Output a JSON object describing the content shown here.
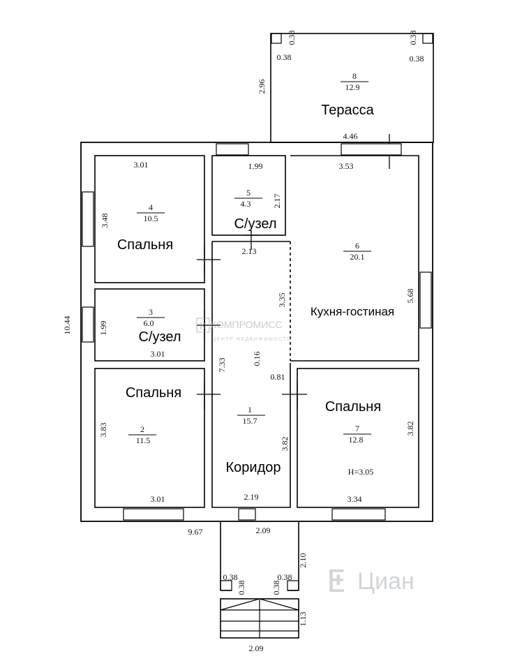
{
  "rooms": [
    {
      "key": "terrace",
      "name": "Терасса",
      "number": "8",
      "area": "12.9"
    },
    {
      "key": "bedroom_a",
      "name": "Спальня",
      "number": "4",
      "area": "10.5"
    },
    {
      "key": "wc_top",
      "name": "С/узел",
      "number": "5",
      "area": "4.3"
    },
    {
      "key": "kitchen",
      "name": "Кухня-гостиная",
      "number": "6",
      "area": "20.1"
    },
    {
      "key": "wc_mid",
      "name": "С/узел",
      "number": "3",
      "area": "6.0"
    },
    {
      "key": "bedroom_b",
      "name": "Спальня",
      "number": "2",
      "area": "11.5"
    },
    {
      "key": "corridor",
      "name": "Коридор",
      "number": "1",
      "area": "15.7"
    },
    {
      "key": "bedroom_c",
      "name": "Спальня",
      "number": "7",
      "area": "12.8"
    }
  ],
  "ceiling_height": "H=3.05",
  "dimensions": {
    "terrace_corner_tl_v": "0.38",
    "terrace_corner_tl_h": "0.38",
    "terrace_corner_tr_v": "0.38",
    "terrace_corner_tr_h": "0.38",
    "terrace_depth": "2.96",
    "terrace_width": "4.46",
    "bedroom_a_width": "3.01",
    "bedroom_a_depth": "3.48",
    "wc_top_width": "1.99",
    "wc_top_depth": "2.17",
    "kitchen_width": "3.53",
    "corridor_top_width": "2.13",
    "corridor_split": "3.35",
    "kitchen_depth": "5.68",
    "house_depth": "10.44",
    "wc_mid_depth": "1.99",
    "wc_mid_width": "3.01",
    "corridor_depth": "7.33",
    "wall_offset": "0.16",
    "kitchen_step": "0.81",
    "bedroom_b_depth": "3.83",
    "corridor_right": "3.82",
    "bedroom_c_depth": "3.82",
    "bedroom_b_width": "3.01",
    "corridor_bottom_width": "2.19",
    "bedroom_c_width": "3.34",
    "house_width": "9.67",
    "porch_width": "2.09",
    "porch_depth": "2.10",
    "porch_corner_l_h": "0.38",
    "porch_corner_l_v": "0.38",
    "porch_corner_r_v": "0.38",
    "porch_corner_r_h": "0.38",
    "stairs_depth": "1.13",
    "stairs_width": "2.09"
  },
  "watermarks": {
    "agency_name": "КОМПРОМИСС",
    "agency_tagline": "ЦЕНТР НЕДВИЖИМОСТИ",
    "agency_logo": "K",
    "portal_name": "Циан"
  },
  "colors": {
    "line": "#000000",
    "watermark": "#9aa2a6"
  }
}
